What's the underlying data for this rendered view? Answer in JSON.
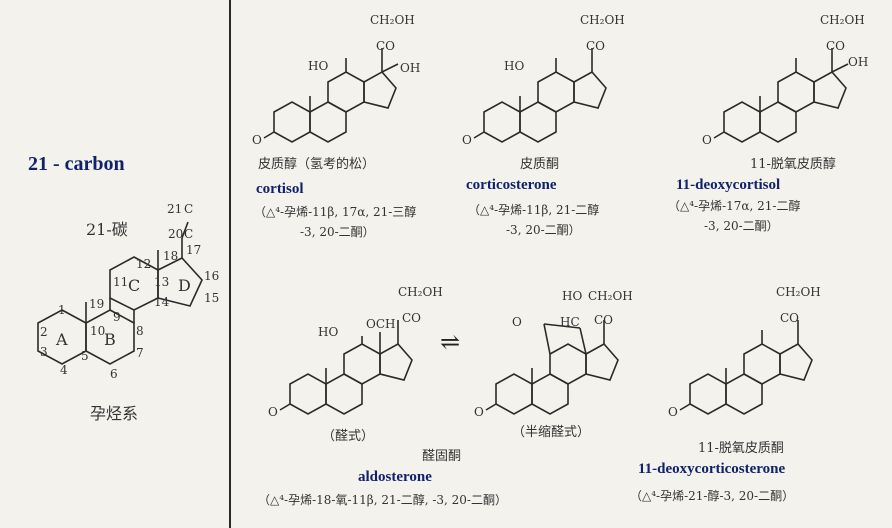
{
  "left": {
    "heading": "21 - carbon",
    "caption_top": "21-碳",
    "caption_bottom": "孕烃系",
    "ring_labels": [
      "A",
      "B",
      "C",
      "D"
    ],
    "atom_numbers": [
      "1",
      "2",
      "3",
      "4",
      "5",
      "6",
      "7",
      "8",
      "9",
      "10",
      "11",
      "12",
      "13",
      "14",
      "15",
      "16",
      "17",
      "18",
      "19",
      "20",
      "21"
    ],
    "atom_c21": "C",
    "atom_c20": "C"
  },
  "compounds": [
    {
      "cn_name": "皮质醇（氢考的松）",
      "en_name": "cortisol",
      "desc_line1": "（△⁴-孕烯-11β, 17α, 21-三醇",
      "desc_line2": "-3, 20-二酮）",
      "groups": [
        "CH₂OH",
        "CO",
        "HO",
        "OH",
        "O"
      ]
    },
    {
      "cn_name": "皮质酮",
      "en_name": "corticosterone",
      "desc_line1": "（△⁴-孕烯-11β, 21-二醇",
      "desc_line2": "-3, 20-二酮）",
      "groups": [
        "CH₂OH",
        "CO",
        "HO",
        "O"
      ]
    },
    {
      "cn_name": "11-脱氧皮质醇",
      "en_name": "11-deoxycortisol",
      "desc_line1": "（△⁴-孕烯-17α, 21-二醇",
      "desc_line2": "-3, 20-二酮）",
      "groups": [
        "CH₂OH",
        "CO",
        "OH",
        "O"
      ]
    },
    {
      "cn_name": "醛固酮",
      "en_name": "aldosterone",
      "desc_line1": "（△⁴-孕烯-18-氧-11β, 21-二醇, -3, 20-二酮）",
      "form_left": "（醛式）",
      "form_right": "（半缩醛式）",
      "equilibrium": "⇌",
      "groups_left": [
        "CH₂OH",
        "OCH",
        "CO",
        "HO",
        "O"
      ],
      "groups_right": [
        "HO",
        "CH₂OH",
        "O",
        "HC",
        "CO",
        "O"
      ]
    },
    {
      "cn_name": "11-脱氧皮质酮",
      "en_name": "11-deoxycorticosterone",
      "desc_line1": "（△⁴-孕烯-21-醇-3, 20-二酮）",
      "groups": [
        "CH₂OH",
        "CO",
        "O"
      ]
    }
  ]
}
